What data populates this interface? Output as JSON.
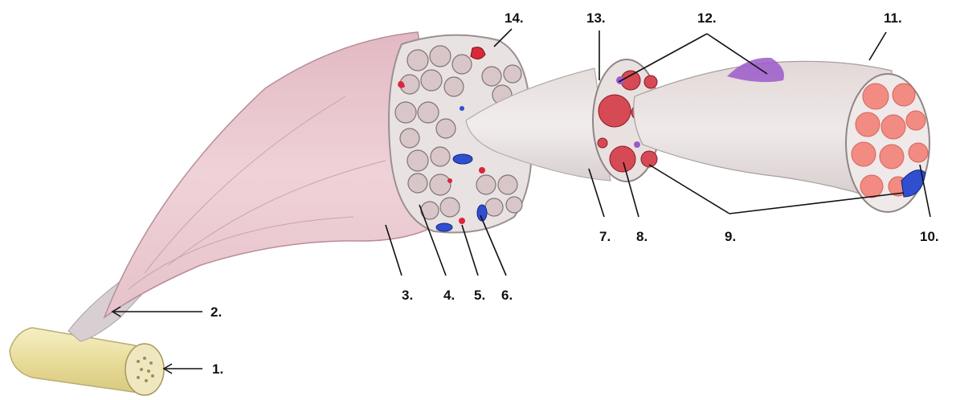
{
  "labels": {
    "l1": "1.",
    "l2": "2.",
    "l3": "3.",
    "l4": "4.",
    "l5": "5.",
    "l6": "6.",
    "l7": "7.",
    "l8": "8.",
    "l9": "9.",
    "l10": "10.",
    "l11": "11.",
    "l12": "12.",
    "l13": "13.",
    "l14": "14."
  },
  "colors": {
    "tendon_pink": "#e8c9cf",
    "muscle_gray": "#ddd6d6",
    "fiber_red": "#f08080",
    "vessel_red": "#d9283a",
    "vessel_blue": "#2f4fcf",
    "nerve_purple": "#9b5bc9",
    "bone_yellow": "#efe3a6"
  }
}
